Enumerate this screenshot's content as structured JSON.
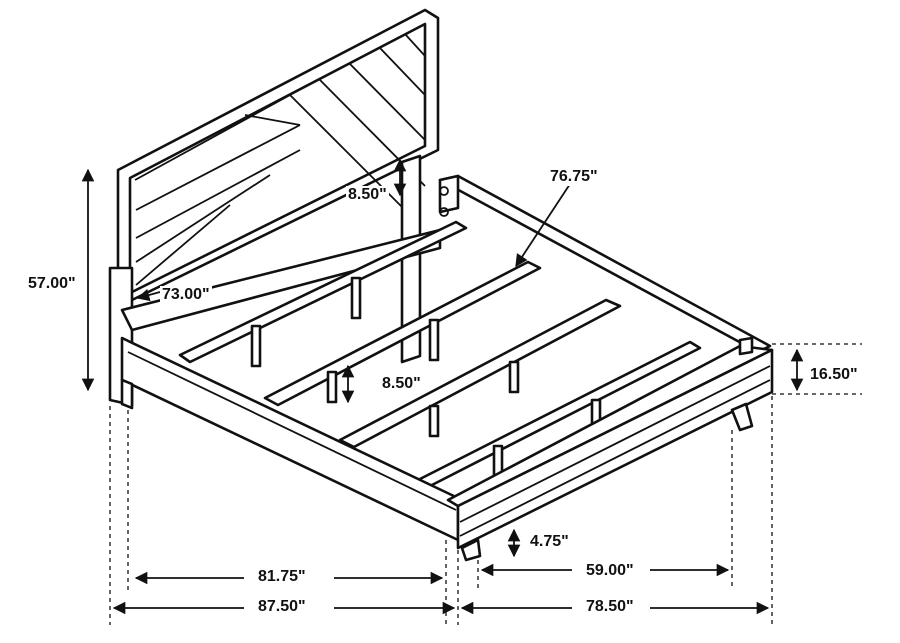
{
  "dimensions": {
    "headboard_height": "57.00\"",
    "headboard_width": "73.00\"",
    "slat_length": "76.75\"",
    "headboard_inset": "8.50\"",
    "leg_height": "8.50\"",
    "footboard_height": "16.50\"",
    "floor_clearance": "4.75\"",
    "interior_length": "81.75\"",
    "overall_length": "87.50\"",
    "interior_width": "59.00\"",
    "overall_width": "78.50\""
  }
}
